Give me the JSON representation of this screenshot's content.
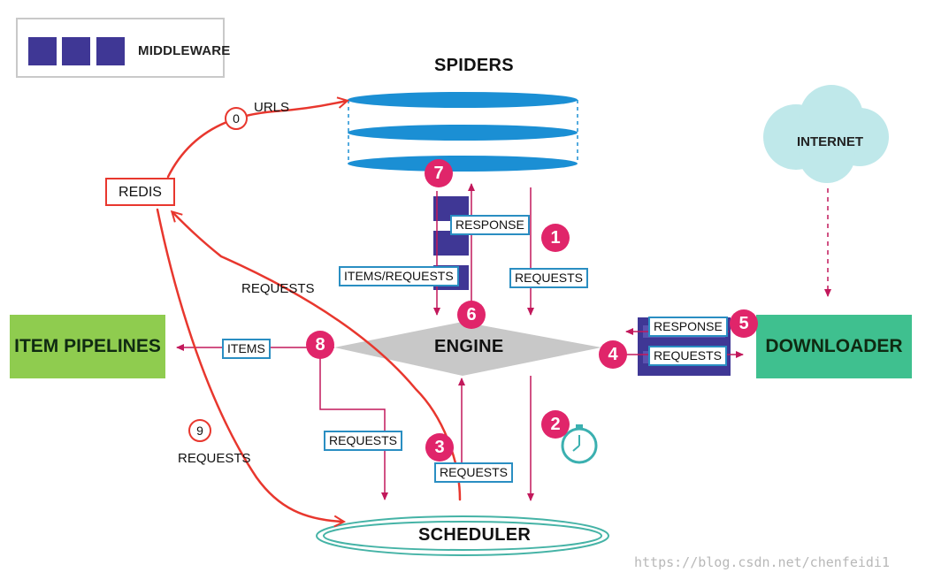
{
  "legend": {
    "label": "MIDDLEWARE"
  },
  "nodes": {
    "spiders": "SPIDERS",
    "engine": "ENGINE",
    "scheduler": "SCHEDULER",
    "item_pipelines": "ITEM PIPELINES",
    "downloader": "DOWNLOADER",
    "internet": "INTERNET",
    "redis": "REDIS"
  },
  "labels": {
    "response_spider": "RESPONSE",
    "items_requests": "ITEMS/REQUESTS",
    "requests_spider": "REQUESTS",
    "response_downloader": "RESPONSE",
    "requests_downloader": "REQUESTS",
    "items": "ITEMS",
    "requests_pipeline": "REQUESTS",
    "requests_scheduler": "REQUESTS",
    "urls": "URLS",
    "requests_redis": "REQUESTS",
    "requests_9": "REQUESTS"
  },
  "steps": [
    "0",
    "1",
    "2",
    "3",
    "4",
    "5",
    "6",
    "7",
    "8",
    "9"
  ],
  "watermark": "https://blog.csdn.net/chenfeidi1",
  "colors": {
    "middleware": "#3f3795",
    "spiders": "#1b8fd4",
    "badge": "#e0256a",
    "arrow": "#c2185b",
    "red_annotation": "#e8372e",
    "item_pipelines": "#8fcc4f",
    "downloader": "#3fc08f",
    "internet": "#bfe8ea",
    "engine": "#c8c8c8",
    "scheduler": "#45b3a6"
  }
}
